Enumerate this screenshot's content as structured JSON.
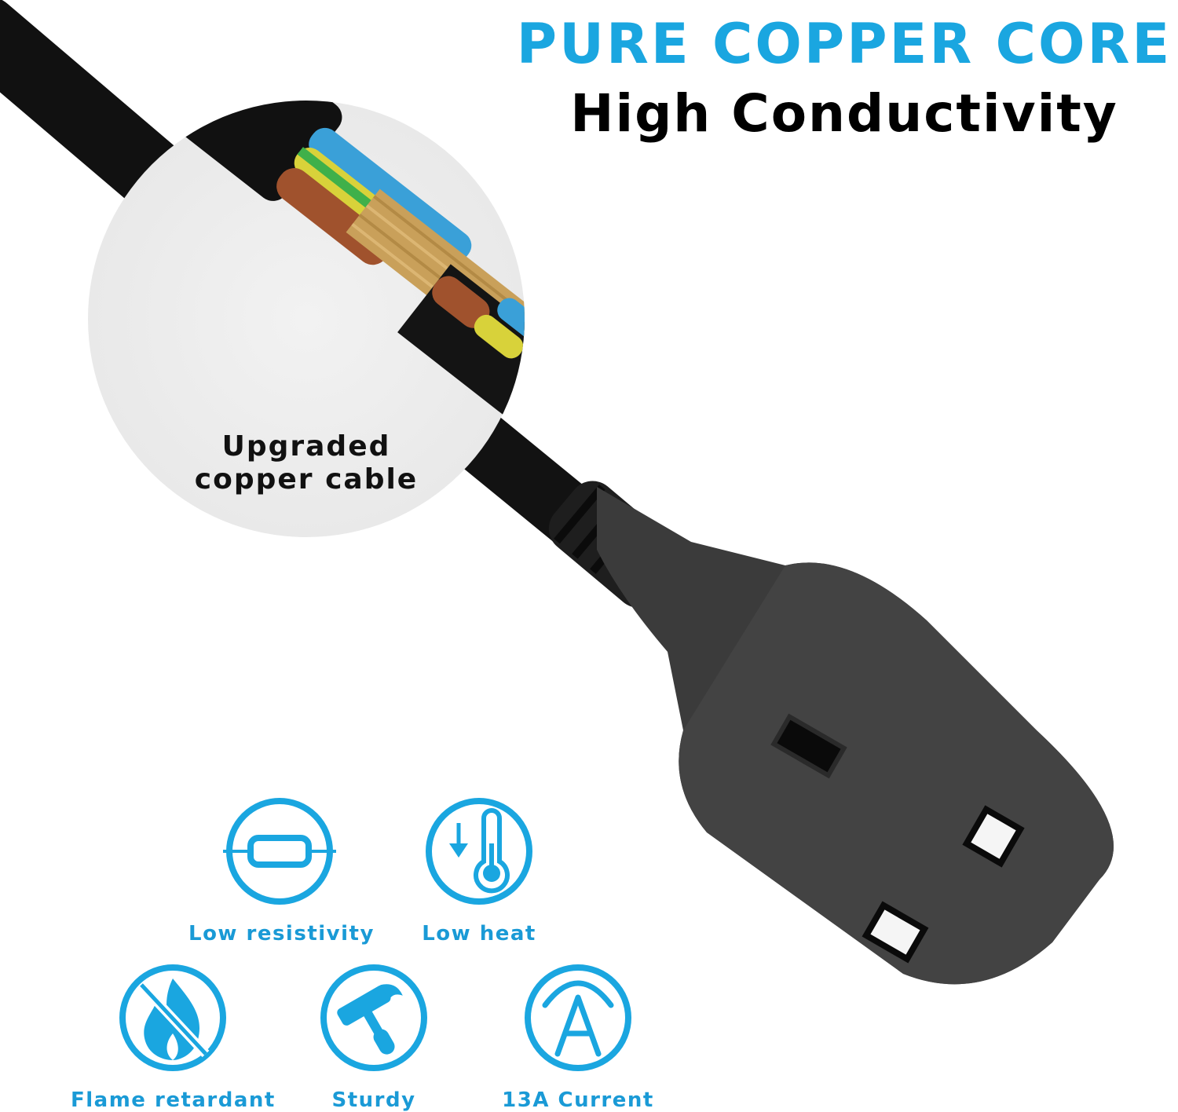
{
  "header": {
    "title": "PURE COPPER CORE",
    "subtitle": "High Conductivity"
  },
  "callout": {
    "line1": "Upgraded",
    "line2": "copper cable"
  },
  "features": [
    {
      "label": "Low resistivity",
      "icon": "resistor-icon"
    },
    {
      "label": "Low heat",
      "icon": "thermometer-down-icon"
    },
    {
      "label": "Flame retardant",
      "icon": "no-flame-icon"
    },
    {
      "label": "Sturdy",
      "icon": "hammer-icon"
    },
    {
      "label": "13A Current",
      "icon": "ampere-icon"
    }
  ],
  "colors": {
    "accent": "#1aa6e0",
    "text": "#000000",
    "plug": "#3a3a3a"
  }
}
